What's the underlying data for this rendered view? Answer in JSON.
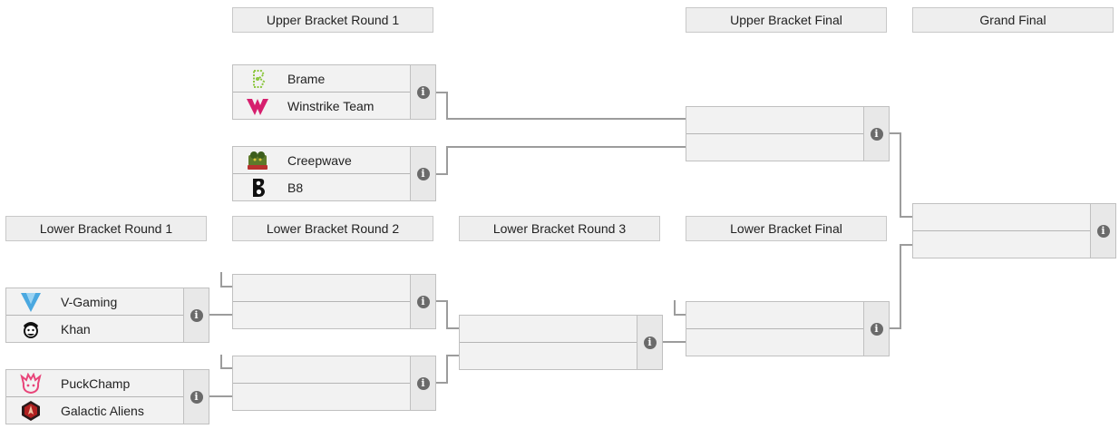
{
  "headers": {
    "upper_r1": "Upper Bracket Round 1",
    "upper_final": "Upper Bracket Final",
    "grand_final": "Grand Final",
    "lower_r1": "Lower Bracket Round 1",
    "lower_r2": "Lower Bracket Round 2",
    "lower_r3": "Lower Bracket Round 3",
    "lower_final": "Lower Bracket Final"
  },
  "matches": {
    "ub1_m1": {
      "team1": "Brame",
      "team2": "Winstrike Team"
    },
    "ub1_m2": {
      "team1": "Creepwave",
      "team2": "B8"
    },
    "lb1_m1": {
      "team1": "V-Gaming",
      "team2": "Khan"
    },
    "lb1_m2": {
      "team1": "PuckChamp",
      "team2": "Galactic Aliens"
    }
  },
  "colors": {
    "brame": "#8cc63f",
    "winstrike": "#d61f6e",
    "vgaming": "#4aa8e0",
    "puckchamp": "#e8457a",
    "galactic": "#b02020"
  },
  "icons": {
    "info": "i"
  }
}
